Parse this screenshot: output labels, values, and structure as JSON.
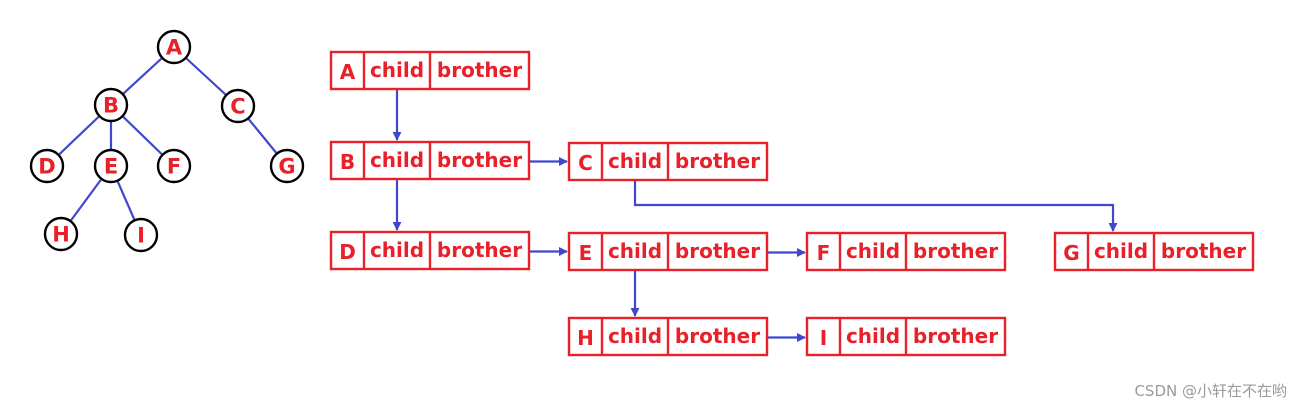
{
  "colors": {
    "red": "#e8202a",
    "blue": "#3f48cc",
    "black": "#000000",
    "watermark": "#9a9a9a"
  },
  "tree": {
    "nodes": [
      "A",
      "B",
      "C",
      "D",
      "E",
      "F",
      "G",
      "H",
      "I"
    ],
    "edges": [
      [
        "A",
        "B"
      ],
      [
        "A",
        "C"
      ],
      [
        "B",
        "D"
      ],
      [
        "B",
        "E"
      ],
      [
        "B",
        "F"
      ],
      [
        "C",
        "G"
      ],
      [
        "E",
        "H"
      ],
      [
        "E",
        "I"
      ]
    ]
  },
  "list": {
    "fields": [
      "child",
      "brother"
    ],
    "nodes": [
      "A",
      "B",
      "C",
      "D",
      "E",
      "F",
      "G",
      "H",
      "I"
    ],
    "child_links": [
      [
        "A",
        "B"
      ],
      [
        "B",
        "D"
      ],
      [
        "C",
        "G"
      ],
      [
        "E",
        "H"
      ]
    ],
    "brother_links": [
      [
        "B",
        "C"
      ],
      [
        "D",
        "E"
      ],
      [
        "E",
        "F"
      ],
      [
        "H",
        "I"
      ]
    ]
  },
  "watermark": "CSDN @小轩在不在哟"
}
